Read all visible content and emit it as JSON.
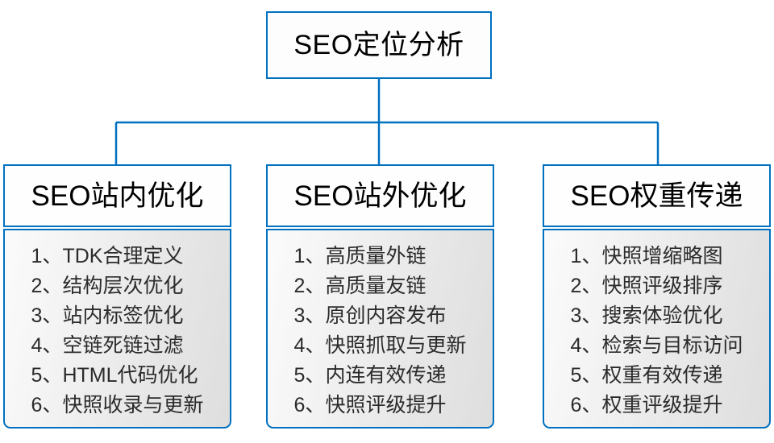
{
  "diagram": {
    "type": "organization-chart",
    "accent_color": "#0070c0",
    "text_color": "#000000",
    "list_text_color": "#2b2b2b",
    "root": {
      "title": "SEO定位分析"
    },
    "columns": [
      {
        "header": "SEO站内优化",
        "items": [
          {
            "index": "1、",
            "label": "TDK合理定义"
          },
          {
            "index": "2、",
            "label": "结构层次优化"
          },
          {
            "index": "3、",
            "label": "站内标签优化"
          },
          {
            "index": "4、",
            "label": "空链死链过滤"
          },
          {
            "index": "5、",
            "label": "HTML代码优化"
          },
          {
            "index": "6、",
            "label": "快照收录与更新"
          }
        ]
      },
      {
        "header": "SEO站外优化",
        "items": [
          {
            "index": "1、",
            "label": "高质量外链"
          },
          {
            "index": "2、",
            "label": "高质量友链"
          },
          {
            "index": "3、",
            "label": "原创内容发布"
          },
          {
            "index": "4、",
            "label": "快照抓取与更新"
          },
          {
            "index": "5、",
            "label": "内连有效传递"
          },
          {
            "index": "6、",
            "label": "快照评级提升"
          }
        ]
      },
      {
        "header": "SEO权重传递",
        "items": [
          {
            "index": "1、",
            "label": "快照增缩略图"
          },
          {
            "index": "2、",
            "label": "快照评级排序"
          },
          {
            "index": "3、",
            "label": "搜索体验优化"
          },
          {
            "index": "4、",
            "label": "检索与目标访问"
          },
          {
            "index": "5、",
            "label": "权重有效传递"
          },
          {
            "index": "6、",
            "label": "权重评级提升"
          }
        ]
      }
    ]
  }
}
